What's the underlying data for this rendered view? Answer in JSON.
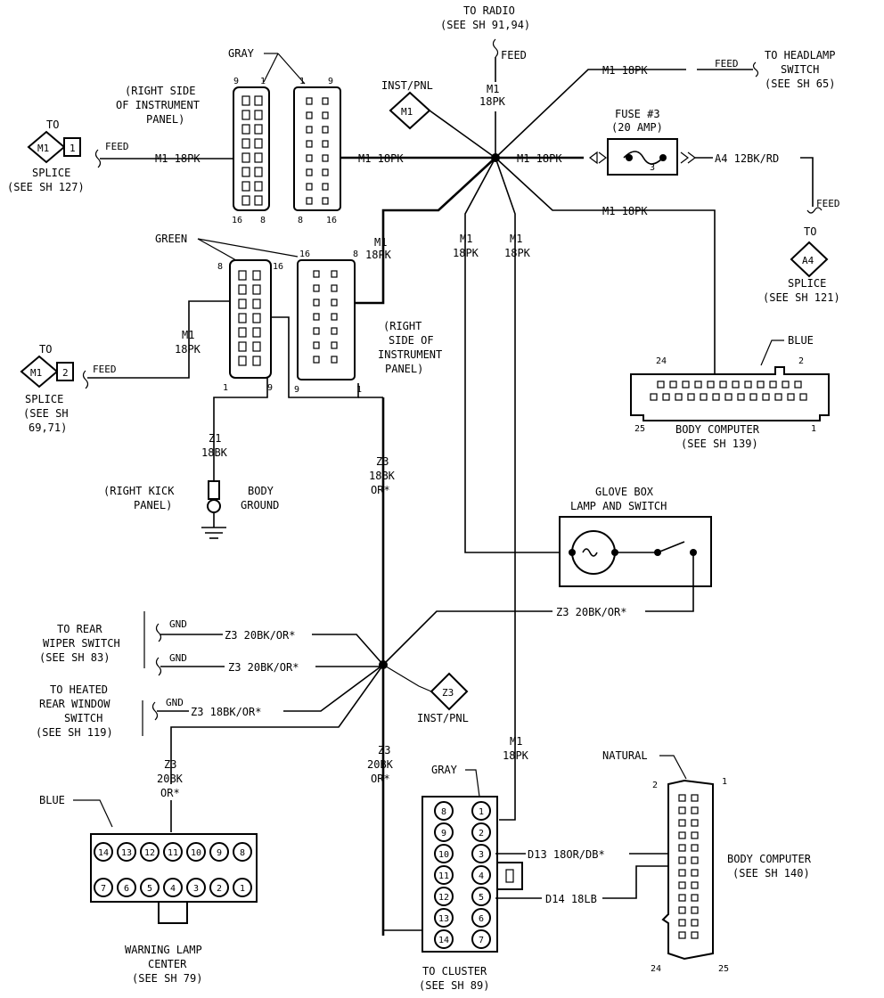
{
  "labels": {
    "to_radio": "TO RADIO",
    "to_radio_ref": "(SEE SH 91,94)",
    "feed_radio": "FEED",
    "inst_pnl_top": "INST/PNL",
    "m1_diamond": "M1",
    "m1_18pk_top": "M1",
    "m1_18pk_top2": "18PK",
    "to_headlamp_wire": "M1 18PK",
    "feed_headlamp": "FEED",
    "to_headlamp": "TO HEADLAMP",
    "to_headlamp_2": "SWITCH",
    "to_headlamp_ref": "(SEE SH 65)",
    "gray_top": "GRAY",
    "right_side_ip_1": "(RIGHT SIDE",
    "right_side_ip_2": "OF INSTRUMENT",
    "right_side_ip_3": "PANEL)",
    "to_left": "TO",
    "splice_left_m1": "M1",
    "splice_left_num": "1",
    "feed_left": "FEED",
    "m1_18pk_left": "M1 18PK",
    "splice_left_lbl": "SPLICE",
    "splice_left_ref": "(SEE SH 127)",
    "m1_18pk_mid": "M1 18PK",
    "fuse_label": "FUSE #3",
    "fuse_amp": "(20 AMP)",
    "fuse_num": "3",
    "m1_18pk_fuse": "M1 18PK",
    "a4_wire": "A4 12BK/RD",
    "feed_a4": "FEED",
    "to_a4": "TO",
    "a4_diamond": "A4",
    "splice_a4": "SPLICE",
    "splice_a4_ref": "(SEE SH 121)",
    "m1_18pk_body": "M1 18PK",
    "green": "GREEN",
    "m1_lower_1": "M1",
    "m1_lower_2": "18PK",
    "m1_b1": "M1",
    "m1_b2": "18PK",
    "m1_c1": "M1",
    "m1_c2": "18PK",
    "right_side_ip2_1": "(RIGHT",
    "right_side_ip2_2": "SIDE OF",
    "right_side_ip2_3": "INSTRUMENT",
    "right_side_ip2_4": "PANEL)",
    "blue_body": "BLUE",
    "body_computer_1": "BODY COMPUTER",
    "body_computer_1_ref": "(SEE SH 139)",
    "to_splice2": "TO",
    "splice2_m1": "M1",
    "splice2_num": "2",
    "feed_splice2": "FEED",
    "m1_splice2_a": "M1",
    "m1_splice2_b": "18PK",
    "splice2_lbl": "SPLICE",
    "splice2_ref1": "(SEE SH",
    "splice2_ref2": "69,71)",
    "z1_a": "Z1",
    "z1_b": "18BK",
    "right_kick_1": "(RIGHT KICK",
    "right_kick_2": "PANEL)",
    "body_ground_1": "BODY",
    "body_ground_2": "GROUND",
    "z3_a": "Z3",
    "z3_b": "18BK",
    "z3_c": "OR*",
    "glove_1": "GLOVE BOX",
    "glove_2": "LAMP AND SWITCH",
    "z3_glove": "Z3 20BK/OR*",
    "to_rear_wiper_1": "TO REAR",
    "to_rear_wiper_2": "WIPER SWITCH",
    "to_rear_wiper_ref": "(SEE SH 83)",
    "gnd_1": "GND",
    "z3_wiper_1": "Z3 20BK/OR*",
    "gnd_2": "GND",
    "z3_wiper_2": "Z3 20BK/OR*",
    "to_heated_1": "TO HEATED",
    "to_heated_2": "REAR WINDOW",
    "to_heated_3": "SWITCH",
    "to_heated_ref": "(SEE SH 119)",
    "gnd_3": "GND",
    "z3_heated": "Z3 18BK/OR*",
    "z3_diamond": "Z3",
    "inst_pnl_bottom": "INST/PNL",
    "z3_lamp_a": "Z3",
    "z3_lamp_b": "20BK",
    "z3_lamp_c": "OR*",
    "z3_cluster_a": "Z3",
    "z3_cluster_b": "20BK",
    "z3_cluster_c": "OR*",
    "m1_cluster_a": "M1",
    "m1_cluster_b": "18PK",
    "blue_lamp": "BLUE",
    "gray_cluster": "GRAY",
    "warning_1": "WARNING LAMP",
    "warning_2": "CENTER",
    "warning_ref": "(SEE SH 79)",
    "d13": "D13 18OR/DB*",
    "d14": "D14 18LB",
    "to_cluster": "TO CLUSTER",
    "to_cluster_ref": "(SEE SH 89)",
    "natural": "NATURAL",
    "body_computer_2": "BODY COMPUTER",
    "body_computer_2_ref": "(SEE SH 140)"
  },
  "pins": {
    "c1_9": "9",
    "c1_1": "1",
    "c1_16": "16",
    "c1_8": "8",
    "c2_1": "1",
    "c2_9": "9",
    "c2_8": "8",
    "c2_16": "16",
    "c3_8": "8",
    "c3_16": "16",
    "c3_1": "1",
    "c3_9": "9",
    "c4_16": "16",
    "c4_8": "8",
    "c4_9": "9",
    "c4_1": "1",
    "bc1_24": "24",
    "bc1_2": "2",
    "bc1_25": "25",
    "bc1_1": "1",
    "bc2_2": "2",
    "bc2_1": "1",
    "bc2_24": "24",
    "bc2_25": "25",
    "wl_top": [
      "14",
      "13",
      "12",
      "11",
      "10",
      "9",
      "8"
    ],
    "wl_bottom": [
      "7",
      "6",
      "5",
      "4",
      "3",
      "2",
      "1"
    ],
    "cl_left": [
      "8",
      "9",
      "10",
      "11",
      "12",
      "13",
      "14"
    ],
    "cl_right": [
      "1",
      "2",
      "3",
      "4",
      "5",
      "6",
      "7"
    ]
  }
}
